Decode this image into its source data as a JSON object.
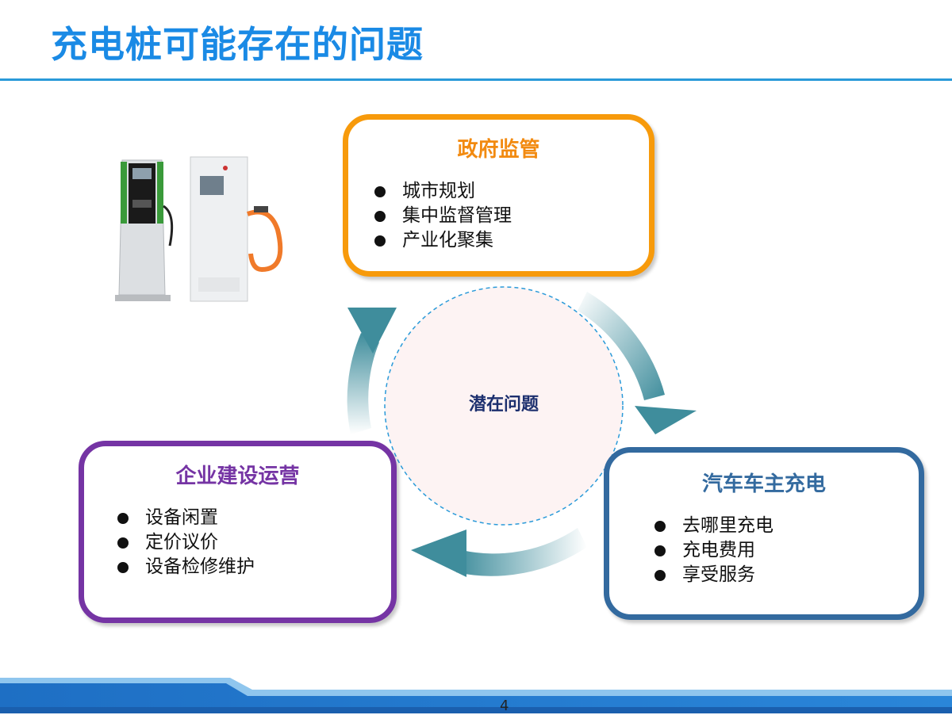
{
  "slide": {
    "title": "充电桩可能存在的问题",
    "page_number": "4"
  },
  "center": {
    "label": "潜在问题"
  },
  "cards": {
    "government": {
      "title": "政府监管",
      "items": [
        "城市规划",
        "集中监督管理",
        "产业化聚集"
      ]
    },
    "enterprise": {
      "title": "企业建设运营",
      "items": [
        "设备闲置",
        "定价议价",
        "设备检修维护"
      ]
    },
    "car_owner": {
      "title": "汽车车主充电",
      "items": [
        "去哪里充电",
        "充电费用",
        "享受服务"
      ]
    }
  },
  "colors": {
    "title": "#1a8ae5",
    "government": "#f79a0b",
    "enterprise": "#7534a4",
    "car_owner": "#336a9f",
    "arrows": "#3f8d9c",
    "center_fill": "#fdf3f3",
    "center_border": "#2a9ad9"
  }
}
